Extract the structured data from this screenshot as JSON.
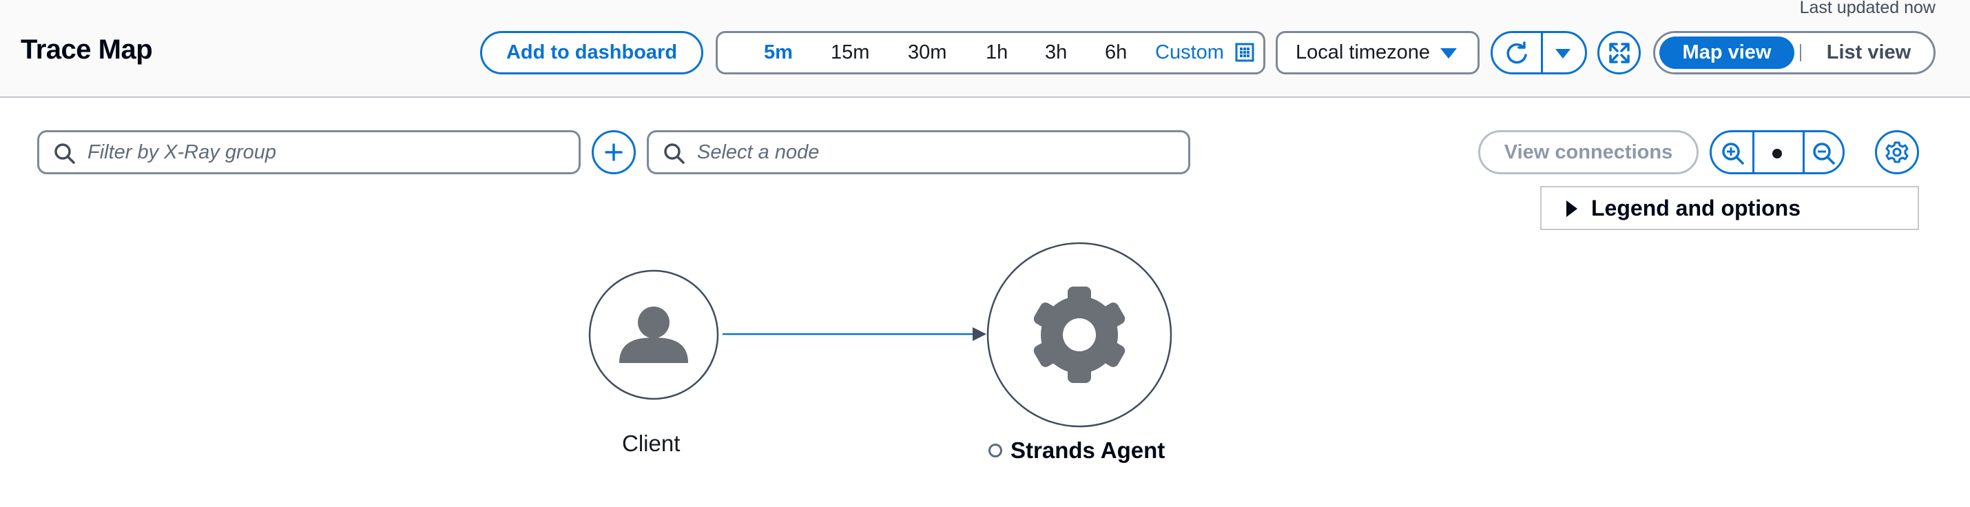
{
  "header": {
    "title": "Trace Map",
    "last_updated": "Last updated now",
    "add_to_dashboard_label": "Add to dashboard",
    "time_ranges": [
      "5m",
      "15m",
      "30m",
      "1h",
      "3h",
      "6h"
    ],
    "selected_range": "5m",
    "custom_label": "Custom",
    "timezone": "Local timezone",
    "views": {
      "active": "Map view",
      "inactive": "List view"
    }
  },
  "toolbar": {
    "group_filter_placeholder": "Filter by X-Ray group",
    "node_search_placeholder": "Select a node",
    "view_connections_label": "View connections",
    "legend_label": "Legend and options"
  },
  "map": {
    "nodes": [
      {
        "label": "Client",
        "icon": "person-icon"
      },
      {
        "label": "Strands Agent",
        "icon": "gear-icon"
      }
    ],
    "edge_color": "#0972d3"
  },
  "colors": {
    "accent": "#0972d3",
    "icon_gray": "#6b6f76",
    "border_gray": "#7d8998"
  }
}
